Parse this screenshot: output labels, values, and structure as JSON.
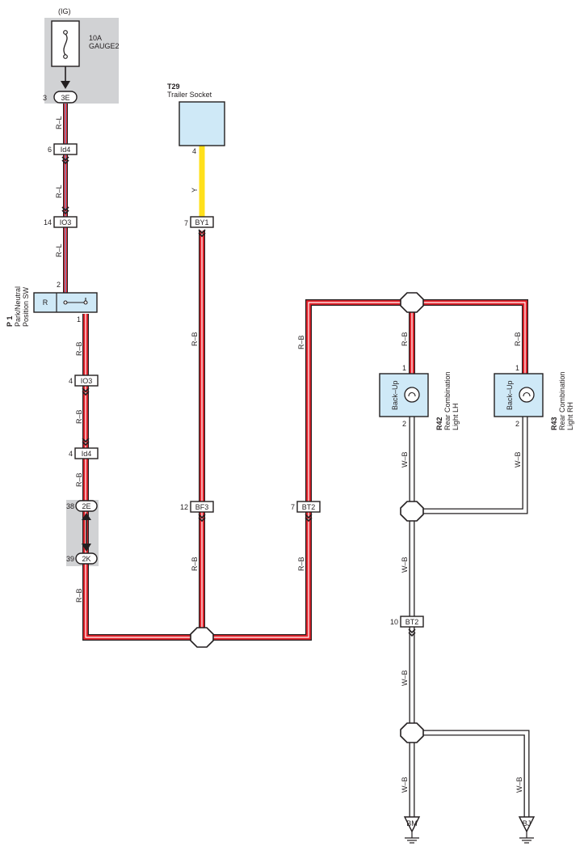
{
  "fuse": {
    "source": "(IG)",
    "rating": "10A",
    "name": "GAUGE2"
  },
  "trailer_socket": {
    "code": "T29",
    "name": "Trailer Socket",
    "pin": "4"
  },
  "park_neutral_sw": {
    "code": "P 1",
    "name_line1": "Park/Neutral",
    "name_line2": "Position SW",
    "pin_top": "2",
    "pin_bottom": "1",
    "position": "R"
  },
  "rear_light_lh": {
    "code": "R42",
    "name_line1": "Rear Combination",
    "name_line2": "Light LH",
    "bulb": "Back–Up",
    "pin_top": "1",
    "pin_bottom": "2"
  },
  "rear_light_rh": {
    "code": "R43",
    "name_line1": "Rear Combination",
    "name_line2": "Light RH",
    "bulb": "Back–Up",
    "pin_top": "1",
    "pin_bottom": "2"
  },
  "connectors": {
    "c3e": {
      "pin": "3",
      "code": "3E"
    },
    "id4a": {
      "pin": "6",
      "code": "Id4"
    },
    "io3a": {
      "pin": "14",
      "code": "IO3"
    },
    "io3b": {
      "pin": "4",
      "code": "IO3"
    },
    "id4b": {
      "pin": "4",
      "code": "Id4"
    },
    "c2e": {
      "pin": "38",
      "code": "2E"
    },
    "c2k": {
      "pin": "39",
      "code": "2K"
    },
    "by1": {
      "pin": "7",
      "code": "BY1"
    },
    "bf3": {
      "pin": "12",
      "code": "BF3"
    },
    "bt2a": {
      "pin": "7",
      "code": "BT2"
    },
    "bt2b": {
      "pin": "10",
      "code": "BT2"
    }
  },
  "grounds": {
    "bm": "BM",
    "bj": "BJ"
  },
  "wire_colors": {
    "rl": "R–L",
    "rb": "R–B",
    "y": "Y",
    "wb": "W–B"
  },
  "colors": {
    "red_wire": "#e8212a",
    "yellow_wire": "#ffe01b",
    "blue_wire": "#6aa5d8",
    "component_fill": "#cfe9f7",
    "shade": "#d1d2d4"
  }
}
